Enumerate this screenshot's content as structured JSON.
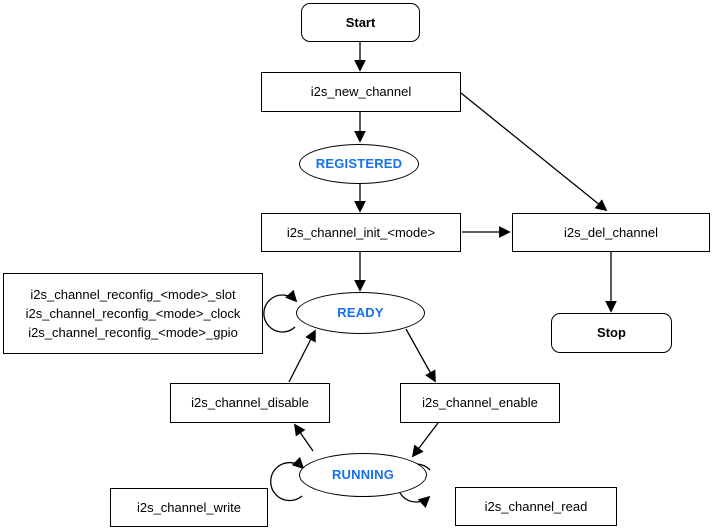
{
  "nodes": {
    "start": {
      "label": "Start"
    },
    "new_channel": {
      "label": "i2s_new_channel"
    },
    "registered": {
      "label": "REGISTERED"
    },
    "init": {
      "label": "i2s_channel_init_<mode>"
    },
    "del_channel": {
      "label": "i2s_del_channel"
    },
    "stop": {
      "label": "Stop"
    },
    "reconfig": {
      "lines": [
        "i2s_channel_reconfig_<mode>_slot",
        "i2s_channel_reconfig_<mode>_clock",
        "i2s_channel_reconfig_<mode>_gpio"
      ]
    },
    "ready": {
      "label": "READY"
    },
    "disable": {
      "label": "i2s_channel_disable"
    },
    "enable": {
      "label": "i2s_channel_enable"
    },
    "running": {
      "label": "RUNNING"
    },
    "write": {
      "label": "i2s_channel_write"
    },
    "read": {
      "label": "i2s_channel_read"
    }
  },
  "colors": {
    "state_text": "#1672EC",
    "node_stroke": "#000000",
    "node_fill": "#FFFFFF",
    "background": "#FFFFFF"
  }
}
